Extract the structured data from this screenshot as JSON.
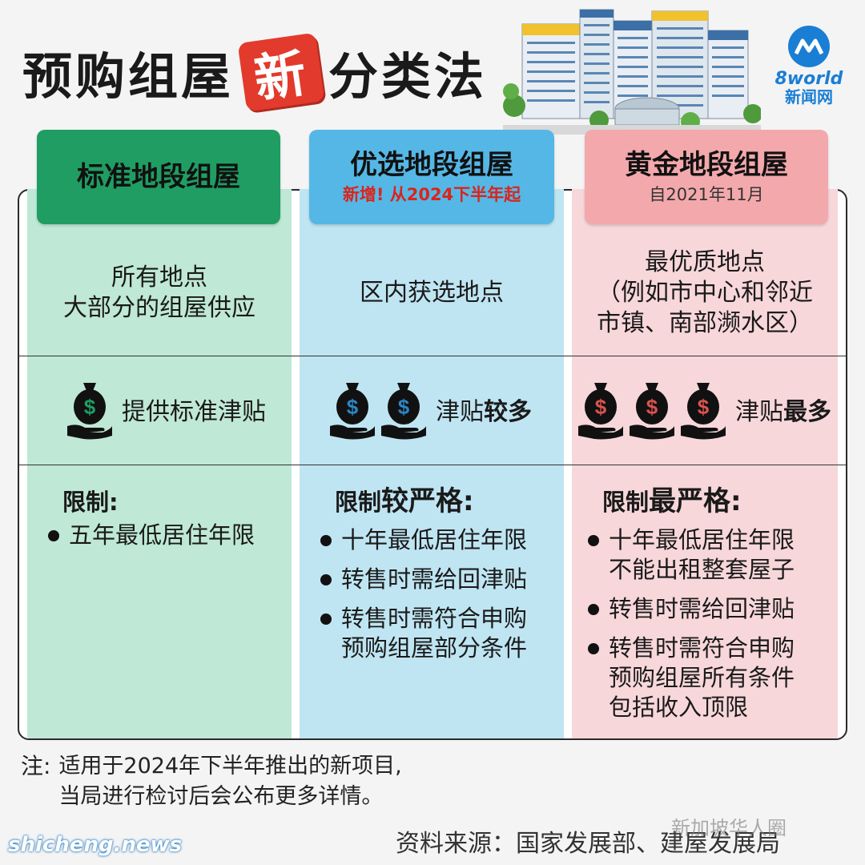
{
  "header": {
    "title_part1": "预购组屋",
    "title_highlight": "新",
    "title_part2": "分类法"
  },
  "logo": {
    "brand": "8world",
    "brand_cn": "新闻网"
  },
  "columns": [
    {
      "name": "标准地段组屋",
      "subtitle": "",
      "location": [
        "所有地点",
        "大部分的组屋供应"
      ],
      "subsidy_bags": 1,
      "subsidy_text_plain": "提供标准津贴",
      "subsidy_text_bold": "",
      "restriction_title": "限制:",
      "restriction_title_bold": "",
      "restrictions": [
        "五年最低居住年限"
      ]
    },
    {
      "name": "优选地段组屋",
      "subtitle": "新增! 从2024下半年起",
      "location": [
        "区内获选地点"
      ],
      "subsidy_bags": 2,
      "subsidy_text_plain": "津贴",
      "subsidy_text_bold": "较多",
      "restriction_title": "限制",
      "restriction_title_bold": "较严格:",
      "restrictions": [
        "十年最低居住年限",
        "转售时需给回津贴",
        "转售时需符合申购 预购组屋部分条件"
      ]
    },
    {
      "name": "黄金地段组屋",
      "subtitle": "自2021年11月",
      "location": [
        "最优质地点",
        "（例如市中心和邻近",
        "市镇、南部濒水区）"
      ],
      "subsidy_bags": 3,
      "subsidy_text_plain": "津贴",
      "subsidy_text_bold": "最多",
      "restriction_title": "限制",
      "restriction_title_bold": "最严格:",
      "restrictions": [
        "十年最低居住年限 不能出租整套屋子",
        "转售时需给回津贴",
        "转售时需符合申购 预购组屋所有条件 包括收入顶限"
      ]
    }
  ],
  "note": {
    "label": "注:",
    "line1": "适用于2024年下半年推出的新项目,",
    "line2": "当局进行检讨后会公布更多详情。"
  },
  "source": "资料来源：国家发展部、建屋发展局",
  "watermark_right": "新加坡华人圈",
  "watermark_left": "shicheng.news",
  "colors": {
    "standard_header": "#1f9d62",
    "standard_bg": "#bfe8d6",
    "plus_header": "#55b7e6",
    "plus_bg": "#bfe4f2",
    "prime_header": "#f3a8ab",
    "prime_bg": "#f8d7da",
    "highlight_red": "#e23b2e",
    "logo_blue": "#1a7fd4"
  }
}
